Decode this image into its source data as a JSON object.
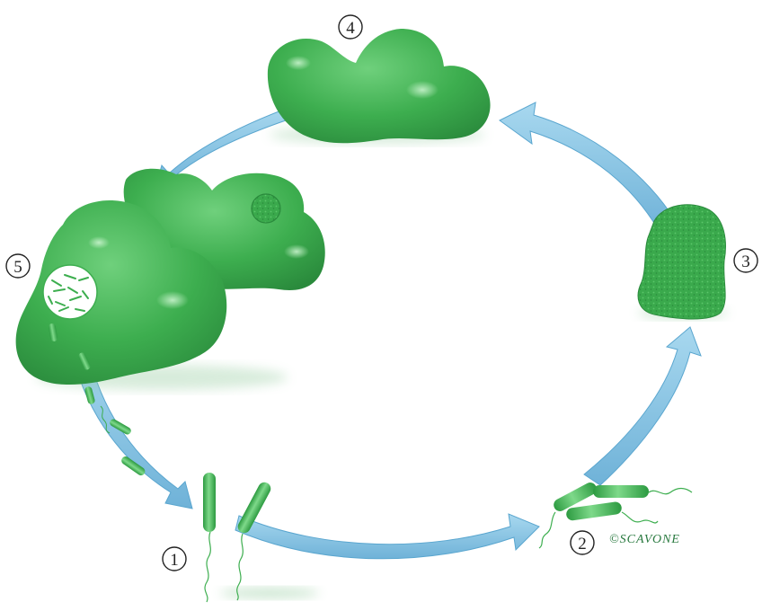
{
  "diagram": {
    "stages": [
      {
        "id": "stage-1",
        "label": "1"
      },
      {
        "id": "stage-2",
        "label": "2"
      },
      {
        "id": "stage-3",
        "label": "3"
      },
      {
        "id": "stage-4",
        "label": "4"
      },
      {
        "id": "stage-5",
        "label": "5"
      }
    ],
    "signature": "©SCAVONE",
    "colors": {
      "cell_green": "#3dae4f",
      "cell_dark": "#2a8a3c",
      "cell_light": "#7fd68a",
      "arrow_blue": "#8ec8e6",
      "arrow_edge": "#4f9fcb",
      "bacteria_green": "#3dae4f"
    }
  }
}
